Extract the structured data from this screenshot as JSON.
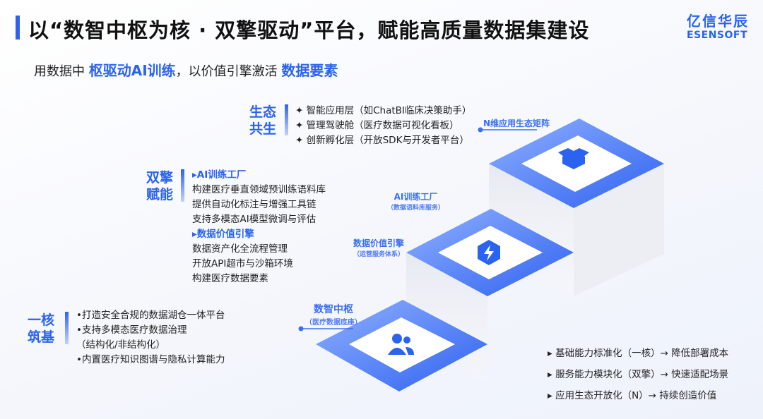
{
  "header": {
    "title": "以“数智中枢为核 · 双擎驱动”平台，赋能高质量数据集建设",
    "logo_cn": "亿信华辰",
    "logo_en": "ESENSOFT"
  },
  "subtitle": {
    "part1": "用数据中 ",
    "highlight1": "枢驱动AI训练",
    "part2": "，以价值引擎激活 ",
    "highlight2": "数据要素"
  },
  "ecosystem": {
    "head1": "生态",
    "head2": "共生",
    "items": [
      "✦ 智能应用层（如ChatBI临床决策助手）",
      "✦ 管理驾驶舱（医疗数据可视化看板）",
      "✦ 创新孵化层（开放SDK与开发者平台）"
    ]
  },
  "dual_engine": {
    "head1": "双擎",
    "head2": "赋能",
    "sub1": "▸AI训练工厂",
    "items1": [
      "构建医疗垂直领域预训练语料库",
      "提供自动化标注与增强工具链",
      "支持多模态AI模型微调与评估"
    ],
    "sub2": "▸数据价值引擎",
    "items2": [
      "数据资产化全流程管理",
      "开放API超市与沙箱环境",
      "构建医疗数据要素"
    ]
  },
  "core": {
    "head1": "一核",
    "head2": "筑基",
    "items": [
      "•打造安全合规的数据湖仓一体平台",
      "•支持多模态医疗数据治理",
      "（结构化/非结构化）",
      "•内置医疗知识图谱与隐私计算能力"
    ]
  },
  "stairs": {
    "top": {
      "label": "N维应用生态矩阵",
      "icon": "box-icon"
    },
    "mid_upper": {
      "label": "AI训练工厂",
      "note": "（数据语料库服务）"
    },
    "mid": {
      "label": "数据价值引擎",
      "note": "（运营服务体系）",
      "icon": "lightning-icon"
    },
    "base": {
      "label": "数智中枢",
      "note": "（医疗数据底座）",
      "icon": "users-icon"
    }
  },
  "summary": [
    "▸ 基础能力标准化（一核）→ 降低部署成本",
    "▸ 服务能力模块化（双擎）→ 快速适配场景",
    "▸ 应用生态开放化（N）→ 持续创造价值"
  ],
  "colors": {
    "accent": "#2f62f0"
  }
}
